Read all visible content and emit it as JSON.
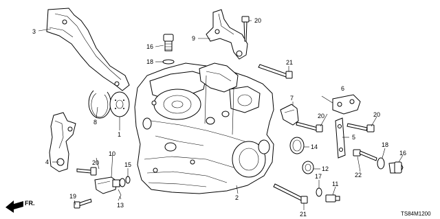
{
  "diagram_code": "TS84M1200",
  "direction_label": "FR.",
  "callouts": {
    "c1": "1",
    "c2": "2",
    "c3": "3",
    "c4": "4",
    "c5": "5",
    "c6": "6",
    "c7": "7",
    "c8": "8",
    "c9": "9",
    "c10": "10",
    "c11": "11",
    "c12": "12",
    "c13": "13",
    "c14": "14",
    "c15": "15",
    "c16a": "16",
    "c16b": "16",
    "c17": "17",
    "c18a": "18",
    "c18b": "18",
    "c19": "19",
    "c20a": "20",
    "c20b": "20",
    "c20c": "20",
    "c20d": "20",
    "c21a": "21",
    "c21b": "21",
    "c22": "22"
  }
}
